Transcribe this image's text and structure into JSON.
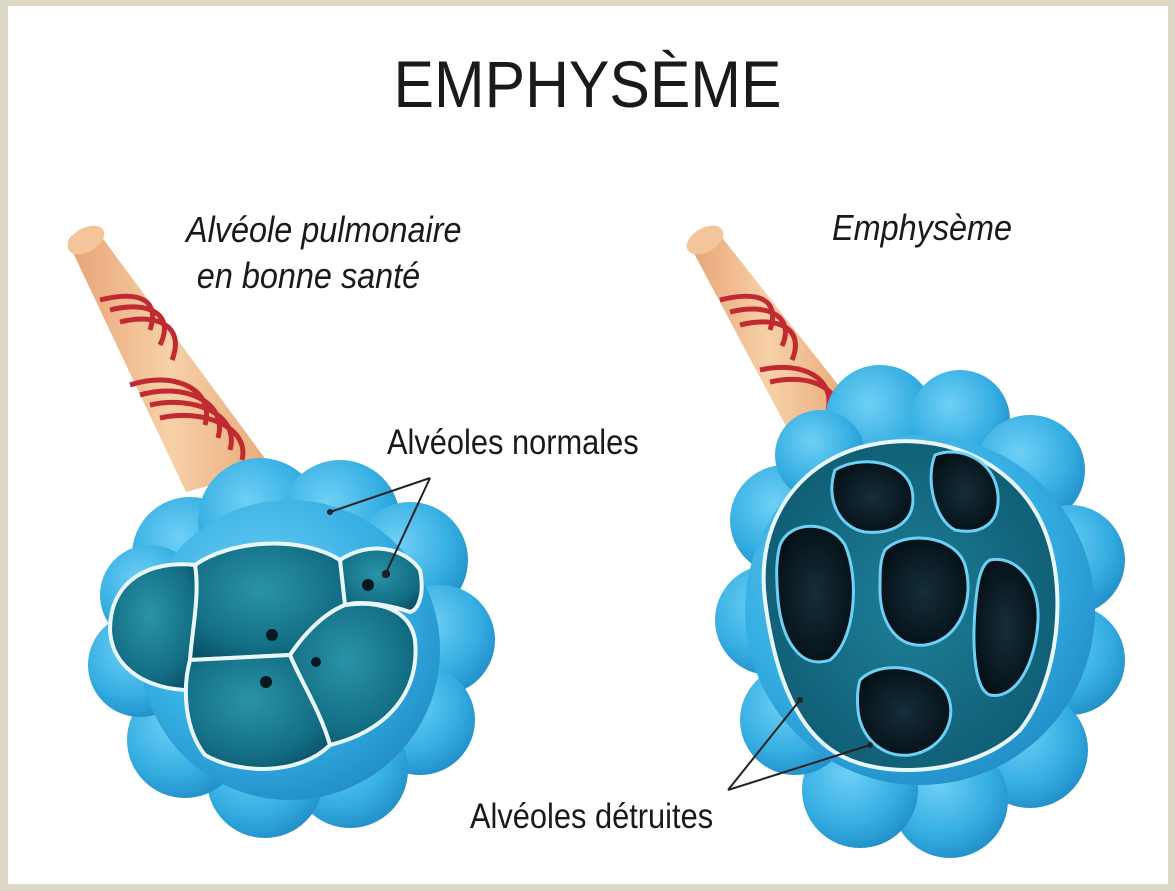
{
  "title": "EMPHYSÈME",
  "healthy": {
    "title_line1": "Alvéole pulmonaire",
    "title_line2": "en bonne santé",
    "callout": "Alvéoles normales"
  },
  "emphysema": {
    "title": "Emphysème",
    "callout": "Alvéoles détruites"
  },
  "colors": {
    "alveoli_blue": "#3ab3e6",
    "alveoli_dark": "#0d6f85",
    "cavity": "#0a1c26",
    "bronchiole": "#f1bd8e",
    "vessels": "#c02a30"
  }
}
